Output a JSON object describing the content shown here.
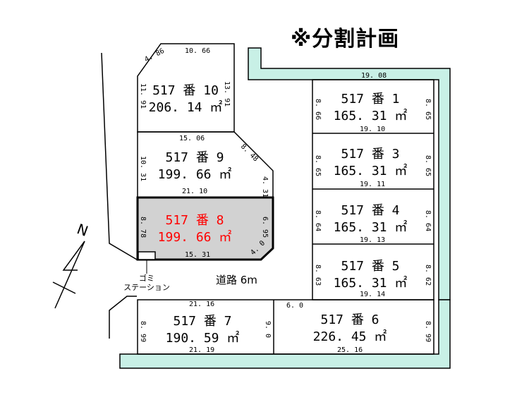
{
  "title": "※分割計画",
  "road_label": "道路 6m",
  "north_label": "N",
  "garbage_station": {
    "line1": "ゴミ",
    "line2": "ステーション"
  },
  "colors": {
    "green_strip": "#c8f0e6",
    "highlight_fill": "#d2d2d2",
    "highlight_text": "#ff0000",
    "line": "#000000"
  },
  "lots": [
    {
      "name": "517 番 10",
      "area": "206. 14 ㎡"
    },
    {
      "name": "517 番 9",
      "area": "199. 66 ㎡"
    },
    {
      "name": "517 番 8",
      "area": "199. 66 ㎡"
    },
    {
      "name": "517 番 1",
      "area": "165. 31 ㎡"
    },
    {
      "name": "517 番 3",
      "area": "165. 31 ㎡"
    },
    {
      "name": "517 番 4",
      "area": "165. 31 ㎡"
    },
    {
      "name": "517 番 5",
      "area": "165. 31 ㎡"
    },
    {
      "name": "517 番 7",
      "area": "190. 59 ㎡"
    },
    {
      "name": "517 番 6",
      "area": "226. 45 ㎡"
    }
  ],
  "dimensions": {
    "d_4_86": "4. 86",
    "d_10_66": "10. 66",
    "d_11_91": "11. 91",
    "d_13_91": "13. 91",
    "d_15_06": "15. 06",
    "d_8_48": "8. 48",
    "d_10_31": "10. 31",
    "d_4_31": "4. 31",
    "d_21_10": "21. 10",
    "d_8_78": "8. 78",
    "d_6_95": "6. 95",
    "d_15_31": "15. 31",
    "d_4_0": "4. 0",
    "d_19_08": "19. 08",
    "d_8_66": "8. 66",
    "d_8_65a": "8. 65",
    "d_19_10": "19. 10",
    "d_8_65b": "8. 65",
    "d_8_65c": "8. 65",
    "d_19_11": "19. 11",
    "d_8_64a": "8. 64",
    "d_8_64b": "8. 64",
    "d_19_13": "19. 13",
    "d_8_63": "8. 63",
    "d_8_62": "8. 62",
    "d_19_14": "19. 14",
    "d_21_16": "21. 16",
    "d_6_0": "6. 0",
    "d_8_99a": "8. 99",
    "d_9_0": "9. 0",
    "d_8_99b": "8. 99",
    "d_21_19": "21. 19",
    "d_25_16": "25. 16"
  }
}
